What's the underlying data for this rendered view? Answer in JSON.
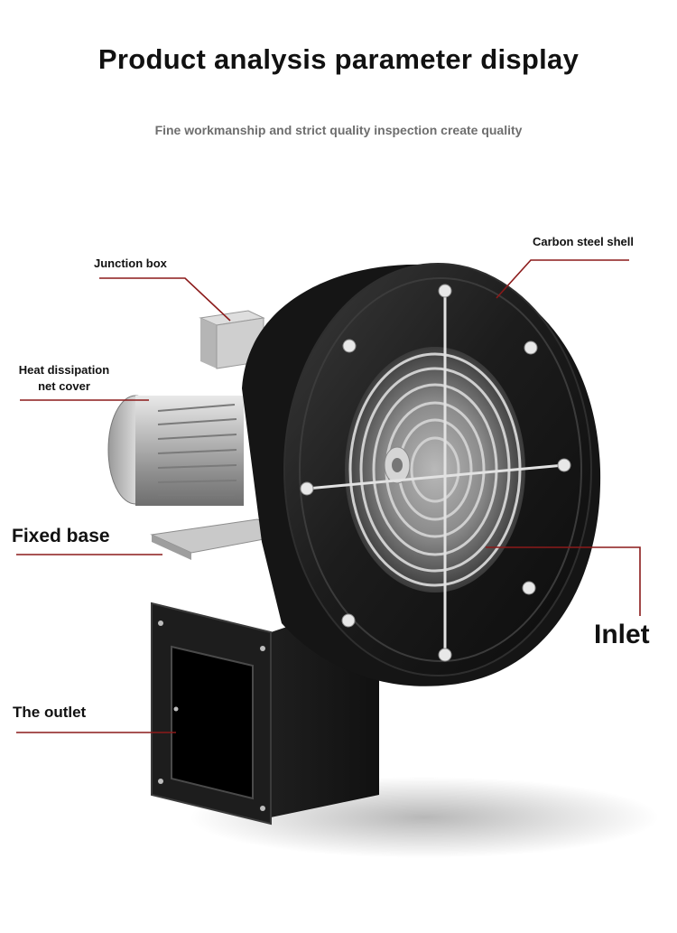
{
  "header": {
    "title": "Product analysis parameter display",
    "subtitle": "Fine workmanship and strict quality inspection create quality"
  },
  "callouts": {
    "junction_box": "Junction box",
    "carbon_steel_shell": "Carbon steel shell",
    "heat_dissipation_line1": "Heat dissipation",
    "heat_dissipation_line2": "net cover",
    "fixed_base": "Fixed base",
    "inlet": "Inlet",
    "outlet": "The outlet"
  },
  "colors": {
    "leader_line": "#8b1a1a",
    "shell": "#1b1b1b",
    "text": "#111111",
    "subtitle": "#6e6e6e"
  }
}
